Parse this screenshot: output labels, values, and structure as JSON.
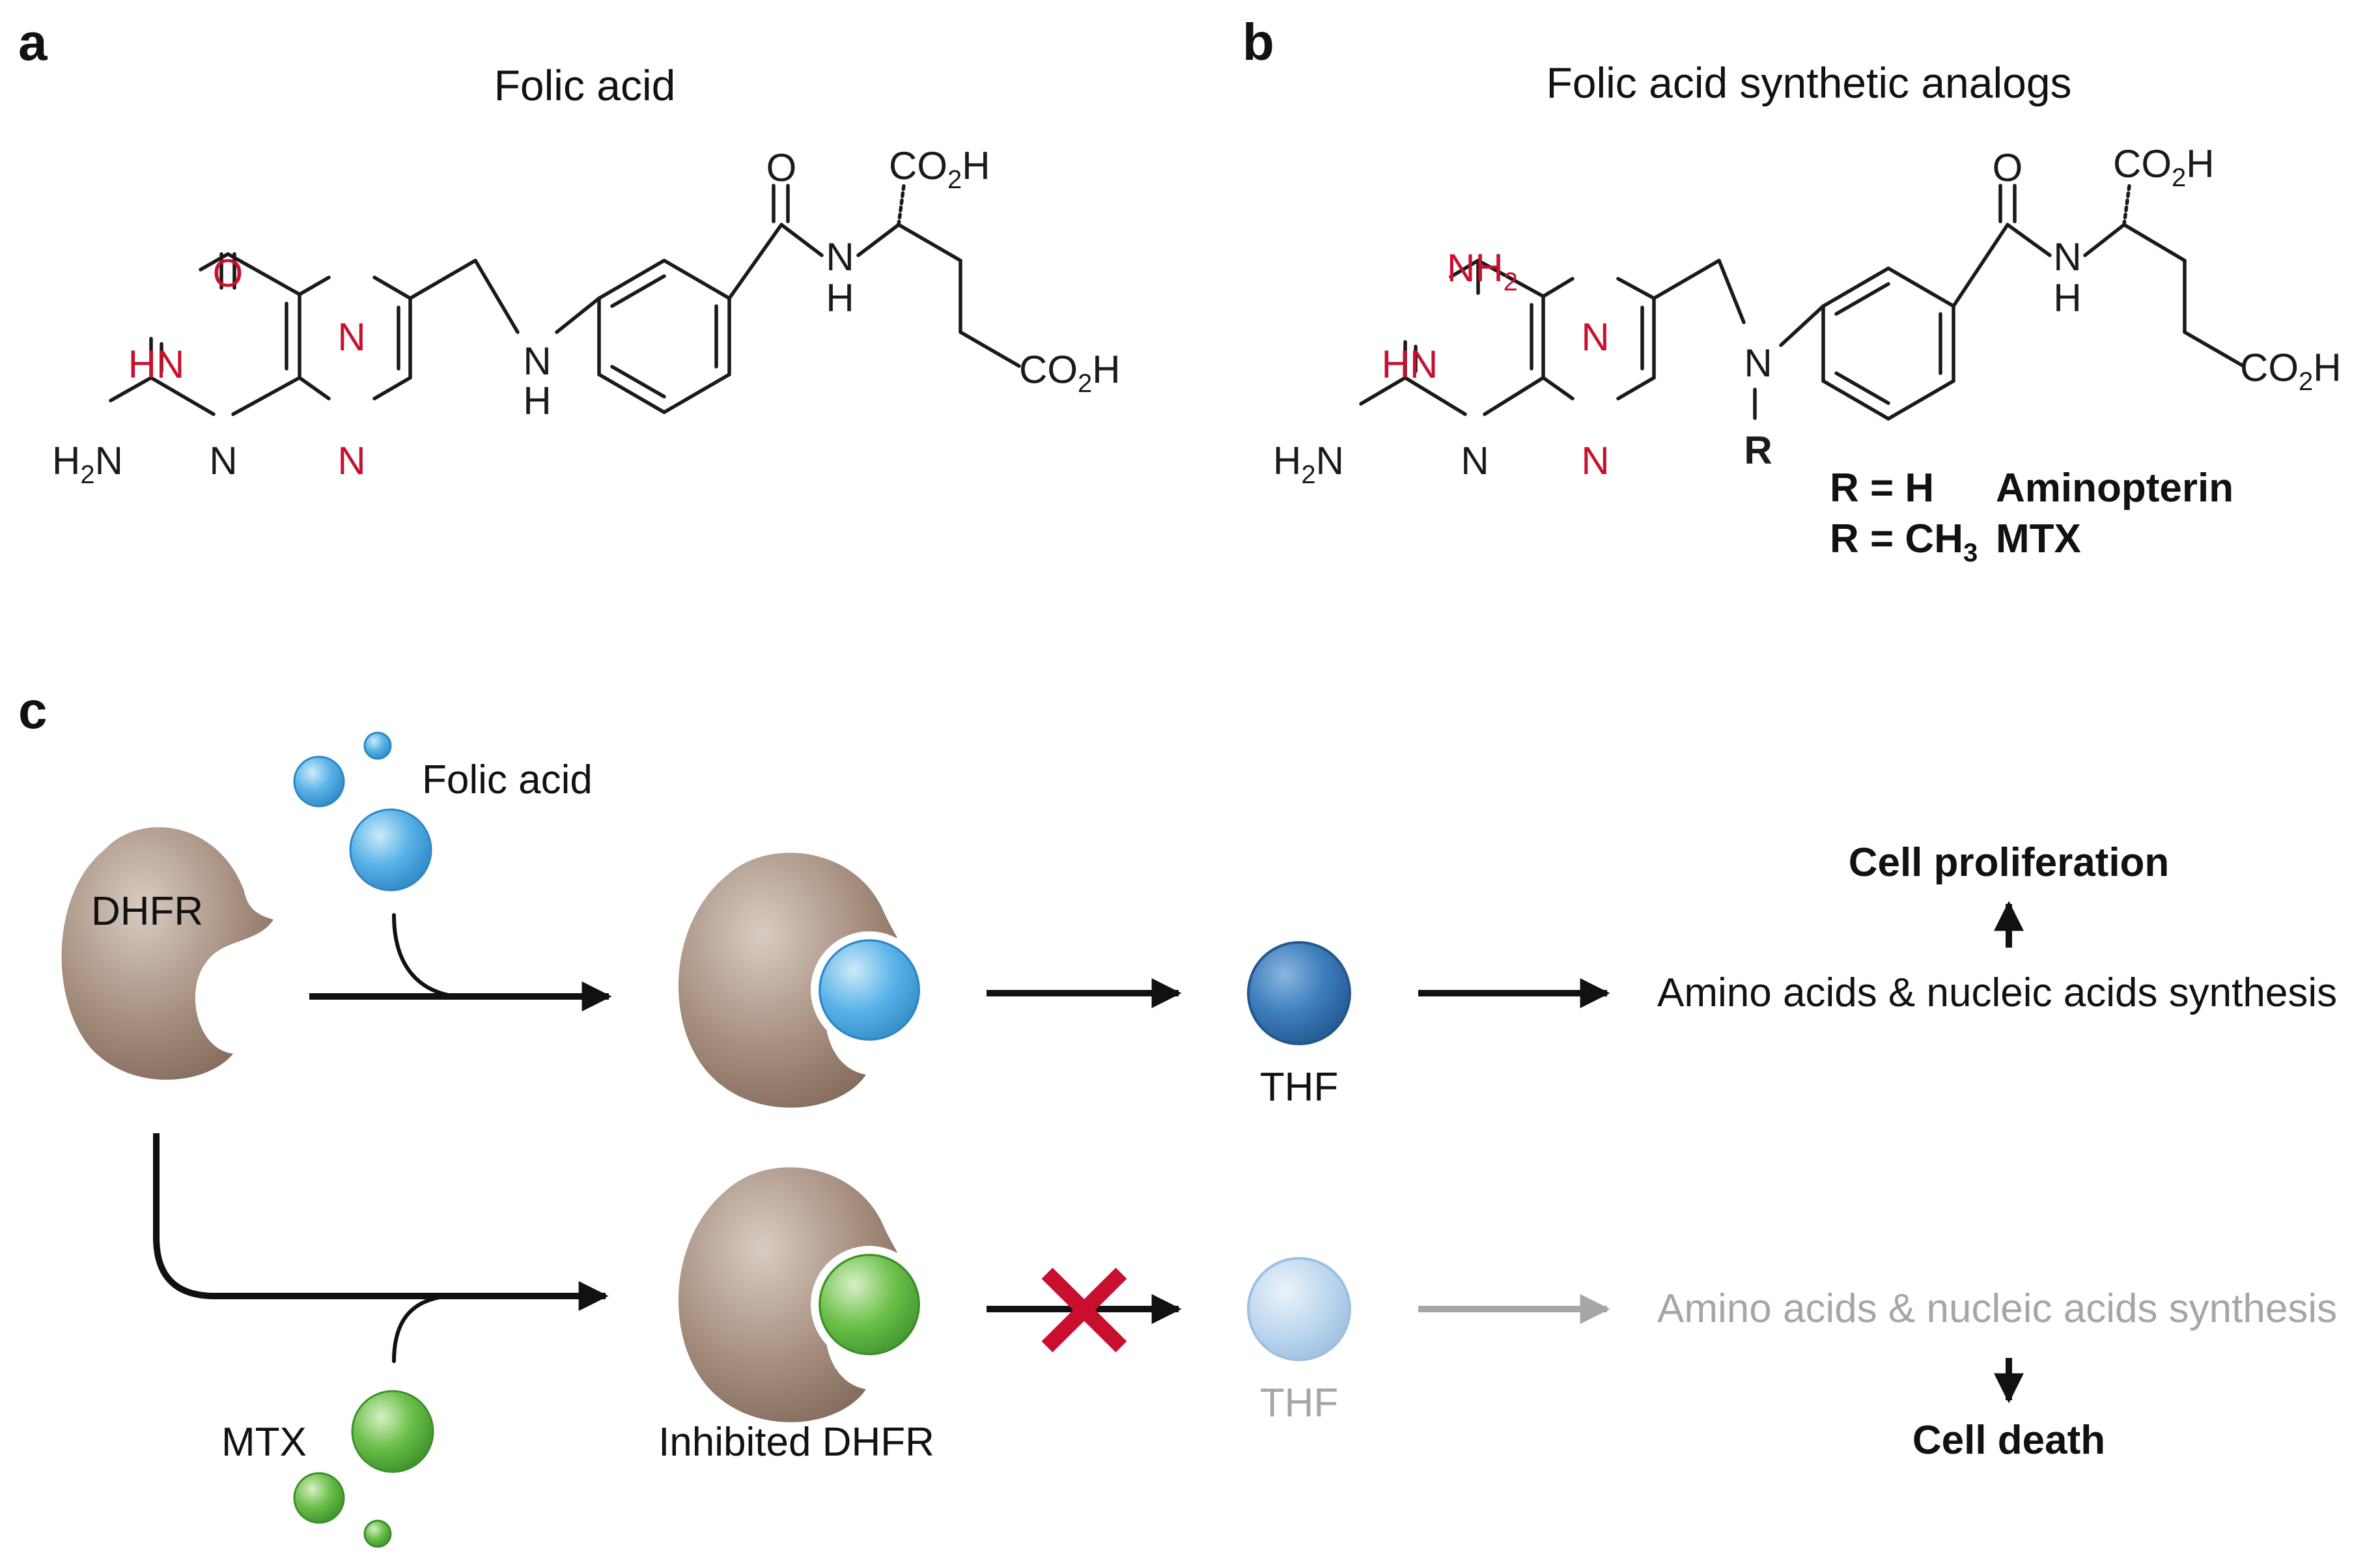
{
  "panels": {
    "a": {
      "letter": "a",
      "title": "Folic acid"
    },
    "b": {
      "letter": "b",
      "title": "Folic acid synthetic analogs"
    },
    "c": {
      "letter": "c"
    }
  },
  "atoms": {
    "O": "O",
    "HN": "HN",
    "H2N_main": "H",
    "H2N_sub": "2",
    "H2N_tail": "N",
    "N": "N",
    "H": "H",
    "CO2H_main": "CO",
    "CO2H_sub": "2",
    "CO2H_tail": "H",
    "NH2_main": "NH",
    "NH2_sub": "2",
    "R": "R"
  },
  "analogs": [
    {
      "r_label": "R = H",
      "r_sub": "",
      "name": "Aminopterin"
    },
    {
      "r_label": "R = CH",
      "r_sub": "3",
      "name": "MTX"
    }
  ],
  "pathway": {
    "dhfr": "DHFR",
    "folic_acid": "Folic acid",
    "mtx": "MTX",
    "thf": "THF",
    "inhibited_dhfr": "Inhibited DHFR",
    "synthesis": "Amino acids & nucleic acids synthesis",
    "proliferation": "Cell proliferation",
    "death": "Cell death"
  },
  "colors": {
    "heteroatom_red": "#c8102e",
    "dhfr_brown": "#a89081",
    "folic_blue": "#59b3e8",
    "thf_blue": "#3f7fbe",
    "mtx_green": "#6cc04a",
    "inhibit_x": "#c8102e",
    "inactive_grey": "#a6a6a6"
  }
}
